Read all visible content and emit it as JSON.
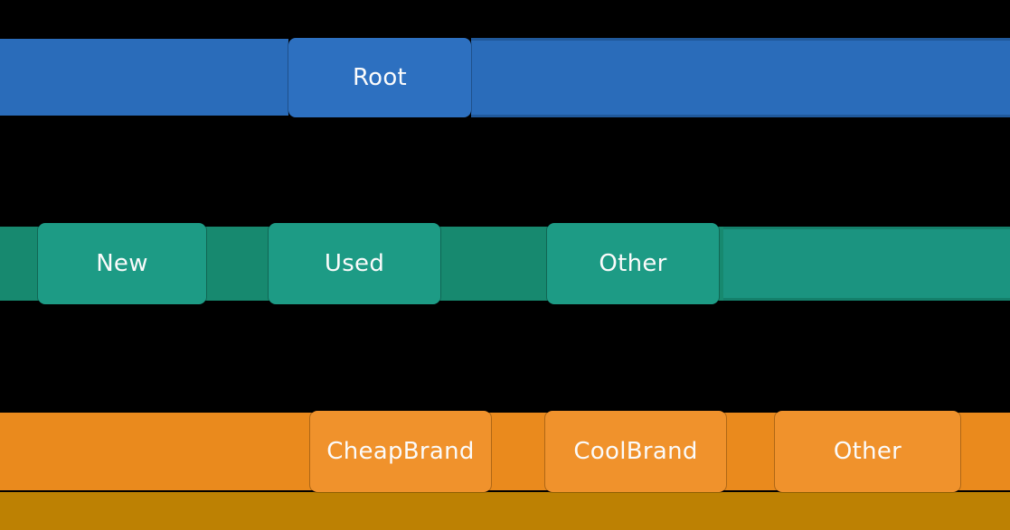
{
  "chart_data": {
    "type": "icicle",
    "title": "",
    "orientation": "top-down",
    "background": "#000000",
    "label_color": "#fbfbfb",
    "levels": [
      {
        "depth": 0,
        "color": "#2a6cba",
        "nodes": [
          {
            "label": "Root"
          }
        ]
      },
      {
        "depth": 1,
        "color": "#1d9b85",
        "has_unlabeled_segment_right": true,
        "nodes": [
          {
            "label": "New"
          },
          {
            "label": "Used"
          },
          {
            "label": "Other"
          }
        ]
      },
      {
        "depth": 2,
        "color": "#f0922c",
        "nodes": [
          {
            "label": "CheapBrand"
          },
          {
            "label": "CoolBrand"
          },
          {
            "label": "Other"
          }
        ]
      }
    ],
    "palette": {
      "level1_bar": "#2a6cba",
      "level1_bar_shade": "#20599b",
      "level1_box": "#2d70c0",
      "level2_bar_dark": "#17896f",
      "level2_bar_medium": "#1b9480",
      "level2_box": "#1d9b85",
      "level3_bar": "#ea8a1d",
      "level3_box": "#f0922c",
      "bottom_strip": "#bd8103"
    },
    "layout_hints": {
      "legend": false,
      "grid": false,
      "axes": false,
      "black_gaps_between_levels": true,
      "bottom_row_truncated": true
    }
  }
}
